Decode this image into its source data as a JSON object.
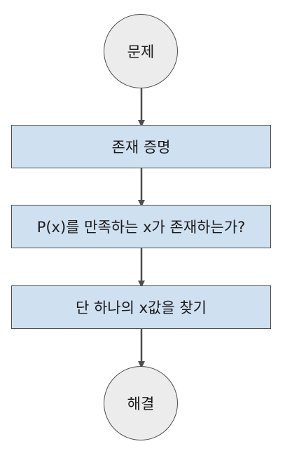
{
  "nodes": {
    "start": {
      "label": "문제"
    },
    "steps": [
      {
        "label": "존재 증명"
      },
      {
        "label": "P(x)를 만족하는 x가 존재하는가?"
      },
      {
        "label": "단 하나의 x값을 찾기"
      }
    ],
    "end": {
      "label": "해결"
    }
  },
  "colors": {
    "circle_fill": "#ececec",
    "box_fill": "#cfe0f1",
    "stroke": "#4d4d4d",
    "arrow": "#4d4d4d"
  }
}
